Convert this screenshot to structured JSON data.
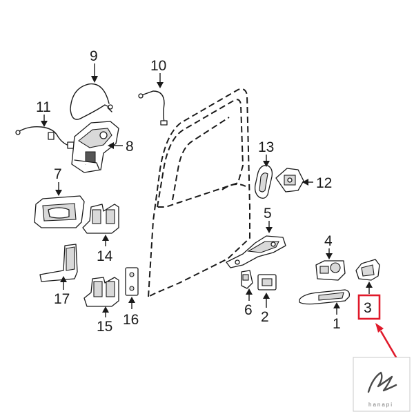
{
  "callouts": {
    "c1": "1",
    "c2": "2",
    "c3": "3",
    "c4": "4",
    "c5": "5",
    "c6": "6",
    "c7": "7",
    "c8": "8",
    "c9": "9",
    "c10": "10",
    "c11": "11",
    "c12": "12",
    "c13": "13",
    "c14": "14",
    "c15": "15",
    "c16": "16",
    "c17": "17"
  },
  "highlight": {
    "part": "3",
    "color": "#e0192a"
  },
  "watermark": {
    "brand": "hanapi"
  }
}
